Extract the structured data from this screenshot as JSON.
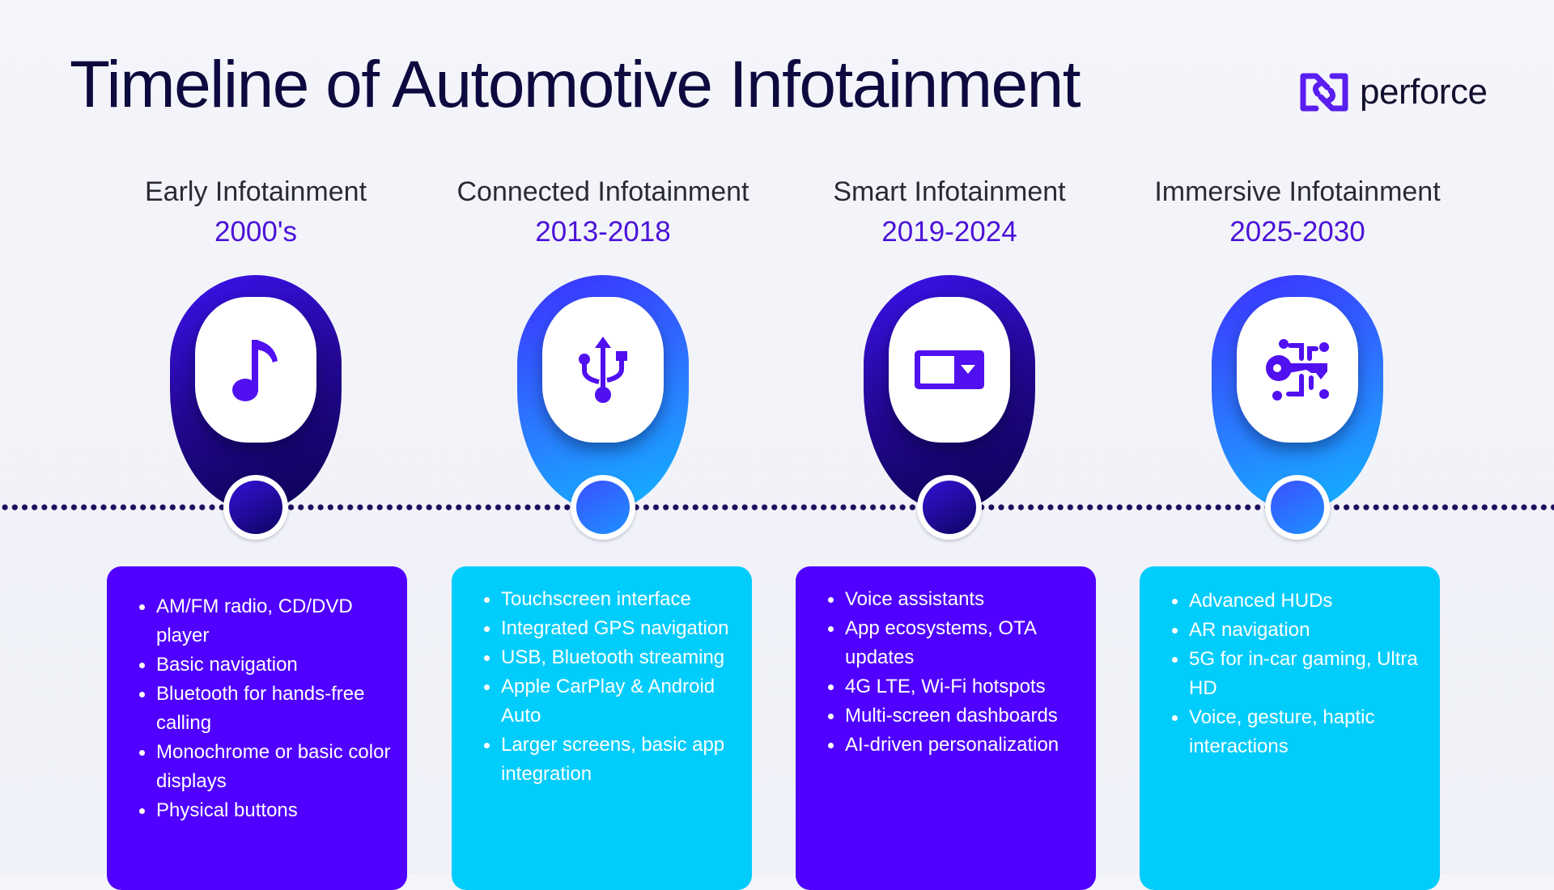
{
  "title": "Timeline of Automotive Infotainment",
  "logo": {
    "text": "perforce",
    "icon": "perforce-link-icon",
    "color": "#5a1ef0"
  },
  "colors": {
    "purple": "#5000ff",
    "cyan": "#00cdfc",
    "year": "#4a12d8"
  },
  "eras": [
    {
      "name": "Early Infotainment",
      "years": "2000's",
      "icon": "music-note-icon",
      "items": [
        "AM/FM radio, CD/DVD player",
        "Basic navigation",
        "Bluetooth for hands-free calling",
        "Monochrome or basic color displays",
        "Physical buttons"
      ]
    },
    {
      "name": "Connected Infotainment",
      "years": "2013-2018",
      "icon": "usb-icon",
      "items": [
        "Touchscreen interface",
        "Integrated GPS navigation",
        "USB, Bluetooth streaming",
        "Apple CarPlay & Android Auto",
        "Larger screens, basic app integration"
      ]
    },
    {
      "name": "Smart Infotainment",
      "years": "2019-2024",
      "icon": "dropdown-screen-icon",
      "items": [
        "Voice assistants",
        "App ecosystems, OTA updates",
        "4G LTE, Wi-Fi hotspots",
        "Multi-screen dashboards",
        "AI-driven personalization"
      ]
    },
    {
      "name": "Immersive Infotainment",
      "years": "2025-2030",
      "icon": "digital-key-icon",
      "items": [
        "Advanced HUDs",
        "AR navigation",
        "5G for in-car gaming, Ultra HD",
        "Voice, gesture, haptic interactions"
      ]
    }
  ]
}
